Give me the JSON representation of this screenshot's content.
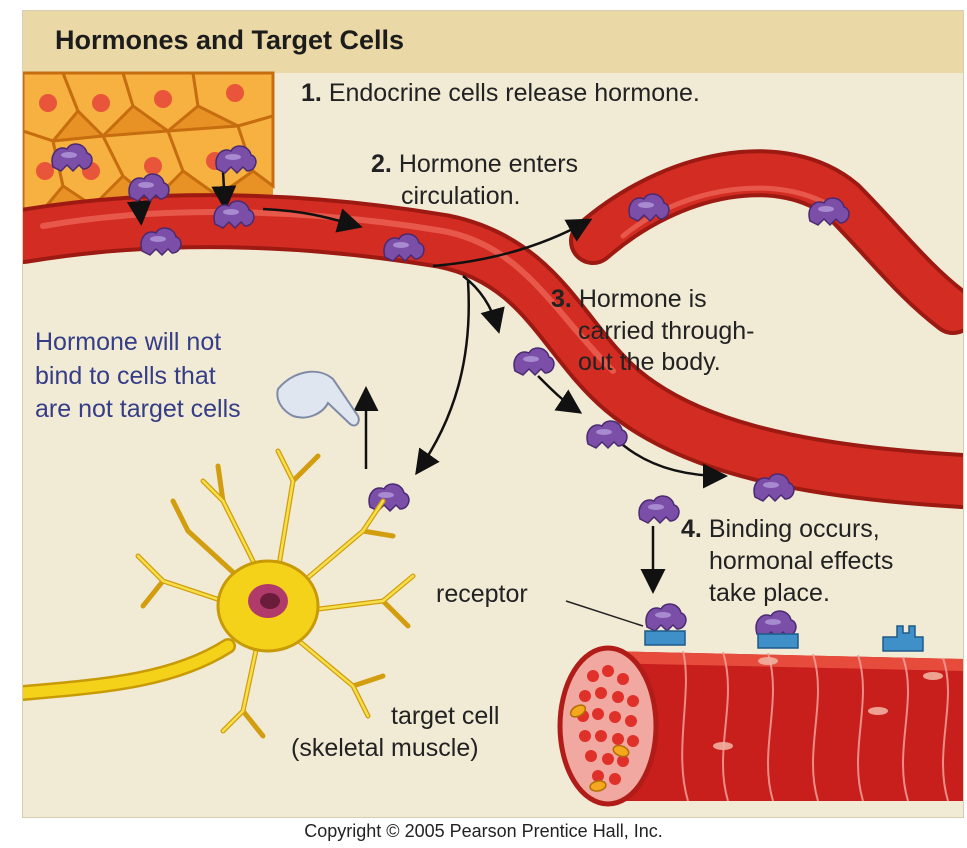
{
  "title": "Hormones and Target Cells",
  "steps": [
    {
      "num": "1.",
      "text": "Endocrine cells release hormone."
    },
    {
      "num": "2.",
      "line1": "Hormone enters",
      "line2": "circulation."
    },
    {
      "num": "3.",
      "line1": "Hormone is",
      "line2": "carried through-",
      "line3": "out the body."
    },
    {
      "num": "4.",
      "line1": "Binding occurs,",
      "line2": "hormonal effects",
      "line3": "take place."
    }
  ],
  "nontarget_note": {
    "line1": "Hormone will not",
    "line2": "bind to cells that",
    "line3": "are not target cells"
  },
  "receptor_label": "receptor",
  "target_label": {
    "line1": "target cell",
    "line2": "(skeletal muscle)"
  },
  "copyright": "Copyright © 2005 Pearson Prentice Hall, Inc.",
  "colors": {
    "background": "#f1ebd6",
    "title_bar": "#ead9a6",
    "vessel": "#d32c22",
    "hormone": "#7b4fa8",
    "note_text": "#353d86",
    "neuron": "#f4d21a",
    "endocrine_cells": "#f2a630",
    "receptor": "#3f8fc8"
  }
}
